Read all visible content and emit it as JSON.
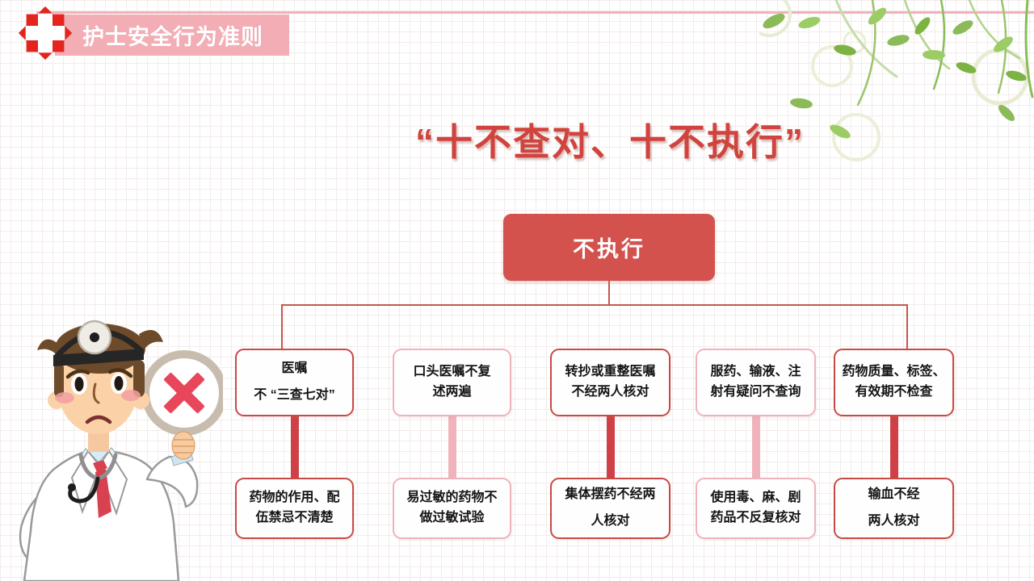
{
  "header": {
    "banner_title": "护士安全行为准则",
    "logo_icon": "hospital-cross-icon"
  },
  "decoration": {
    "top_right": "green-leaves-and-bubbles",
    "bottom_left": "cartoon-doctor-holding-no-sign"
  },
  "title": "“十不查对、十不执行”",
  "flowchart": {
    "root": "不执行",
    "columns": [
      {
        "top": "医嘱\n不 “三查七对”",
        "bottom": "药物的作用、配\n伍禁忌不清楚",
        "theme": "red"
      },
      {
        "top": "口头医嘱不复\n述两遍",
        "bottom": "易过敏的药物不\n做过敏试验",
        "theme": "pink"
      },
      {
        "top": "转抄或重整医嘱\n不经两人核对",
        "bottom": "集体摆药不经两\n人核对",
        "theme": "red"
      },
      {
        "top": "服药、输液、注\n射有疑问不查询",
        "bottom": "使用毒、麻、剧\n药品不反复核对",
        "theme": "pink"
      },
      {
        "top": "药物质量、标签、\n有效期不检查",
        "bottom": "输血不经\n两人核对",
        "theme": "red"
      }
    ]
  },
  "colors": {
    "title_red": "#d0443d",
    "root_node_red": "#d4524d",
    "box_border_red": "#c94a45",
    "box_border_pink": "#f0b3bc",
    "banner_pink": "#f2adb5",
    "logo_red": "#e3251d",
    "sign_x_red": "#e8465a",
    "leaf_green": "#7cb342"
  }
}
